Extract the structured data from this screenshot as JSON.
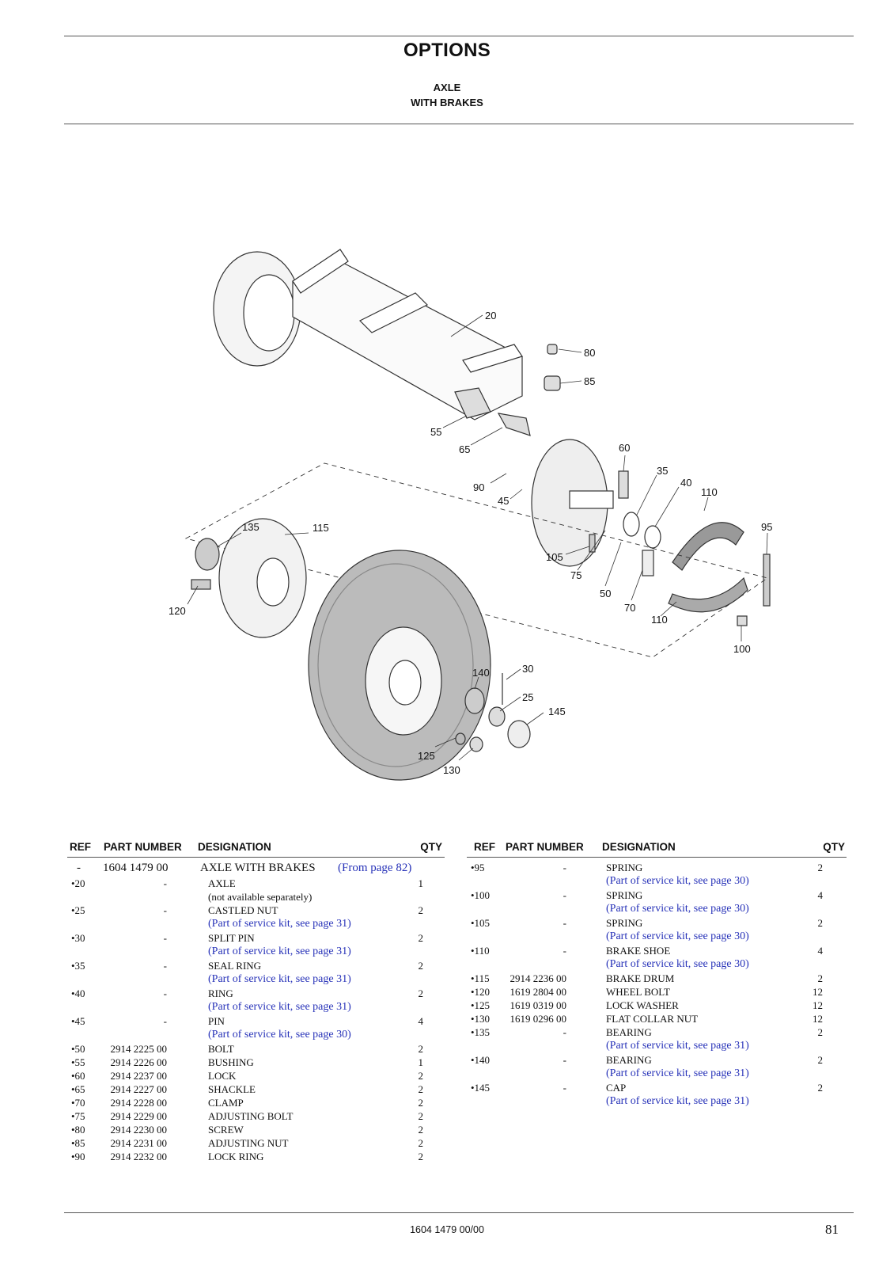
{
  "header": {
    "title": "OPTIONS",
    "subtitle1": "AXLE",
    "subtitle2": "WITH BRAKES"
  },
  "diagram": {
    "callouts": [
      "20",
      "80",
      "85",
      "55",
      "65",
      "60",
      "35",
      "40",
      "110",
      "95",
      "90",
      "45",
      "135",
      "115",
      "105",
      "75",
      "50",
      "70",
      "110",
      "100",
      "120",
      "140",
      "30",
      "25",
      "145",
      "125",
      "130"
    ]
  },
  "table_headers": {
    "ref": "REF",
    "part_number": "PART NUMBER",
    "designation": "DESIGNATION",
    "qty": "QTY"
  },
  "left_table": {
    "main_row": {
      "ref": "-",
      "part_number": "1604 1479 00",
      "designation": "AXLE WITH BRAKES",
      "note": "(From page 82)"
    },
    "rows": [
      {
        "ref": "•20",
        "part_number": "-",
        "designation": "AXLE",
        "qty": "1",
        "note": "(not available separately)"
      },
      {
        "ref": "•25",
        "part_number": "-",
        "designation": "CASTLED NUT",
        "qty": "2",
        "link": "(Part of service kit, see page 31)"
      },
      {
        "ref": "•30",
        "part_number": "-",
        "designation": "SPLIT PIN",
        "qty": "2",
        "link": "(Part of service kit, see page 31)"
      },
      {
        "ref": "•35",
        "part_number": "-",
        "designation": "SEAL RING",
        "qty": "2",
        "link": "(Part of service kit, see page 31)"
      },
      {
        "ref": "•40",
        "part_number": "-",
        "designation": "RING",
        "qty": "2",
        "link": "(Part of service kit, see page 31)"
      },
      {
        "ref": "•45",
        "part_number": "-",
        "designation": "PIN",
        "qty": "4",
        "link": "(Part of service kit, see page 30)"
      },
      {
        "ref": "•50",
        "part_number": "2914 2225 00",
        "designation": "BOLT",
        "qty": "2"
      },
      {
        "ref": "•55",
        "part_number": "2914 2226 00",
        "designation": "BUSHING",
        "qty": "1"
      },
      {
        "ref": "•60",
        "part_number": "2914 2237 00",
        "designation": "LOCK",
        "qty": "2"
      },
      {
        "ref": "•65",
        "part_number": "2914 2227 00",
        "designation": "SHACKLE",
        "qty": "2"
      },
      {
        "ref": "•70",
        "part_number": "2914 2228 00",
        "designation": "CLAMP",
        "qty": "2"
      },
      {
        "ref": "•75",
        "part_number": "2914 2229 00",
        "designation": "ADJUSTING BOLT",
        "qty": "2"
      },
      {
        "ref": "•80",
        "part_number": "2914 2230 00",
        "designation": "SCREW",
        "qty": "2"
      },
      {
        "ref": "•85",
        "part_number": "2914 2231 00",
        "designation": "ADJUSTING NUT",
        "qty": "2"
      },
      {
        "ref": "•90",
        "part_number": "2914 2232 00",
        "designation": "LOCK RING",
        "qty": "2"
      }
    ]
  },
  "right_table": {
    "rows": [
      {
        "ref": "•95",
        "part_number": "-",
        "designation": "SPRING",
        "qty": "2",
        "link": "(Part of service kit, see page 30)"
      },
      {
        "ref": "•100",
        "part_number": "-",
        "designation": "SPRING",
        "qty": "4",
        "link": "(Part of service kit, see page 30)"
      },
      {
        "ref": "•105",
        "part_number": "-",
        "designation": "SPRING",
        "qty": "2",
        "link": "(Part of service kit, see page 30)"
      },
      {
        "ref": "•110",
        "part_number": "-",
        "designation": "BRAKE SHOE",
        "qty": "4",
        "link": "(Part of service kit, see page 30)"
      },
      {
        "ref": "•115",
        "part_number": "2914 2236 00",
        "designation": "BRAKE DRUM",
        "qty": "2"
      },
      {
        "ref": "•120",
        "part_number": "1619 2804 00",
        "designation": "WHEEL BOLT",
        "qty": "12"
      },
      {
        "ref": "•125",
        "part_number": "1619 0319 00",
        "designation": "LOCK WASHER",
        "qty": "12"
      },
      {
        "ref": "•130",
        "part_number": "1619 0296 00",
        "designation": "FLAT COLLAR NUT",
        "qty": "12"
      },
      {
        "ref": "•135",
        "part_number": "-",
        "designation": "BEARING",
        "qty": "2",
        "link": "(Part of service kit, see page 31)"
      },
      {
        "ref": "•140",
        "part_number": "-",
        "designation": "BEARING",
        "qty": "2",
        "link": "(Part of service kit, see page 31)"
      },
      {
        "ref": "•145",
        "part_number": "-",
        "designation": "CAP",
        "qty": "2",
        "link": "(Part of service kit, see page 31)"
      }
    ]
  },
  "footer": {
    "doc_number": "1604 1479 00/00",
    "page_number": "81"
  },
  "colors": {
    "link": "#2631b8",
    "rule": "#555555"
  }
}
